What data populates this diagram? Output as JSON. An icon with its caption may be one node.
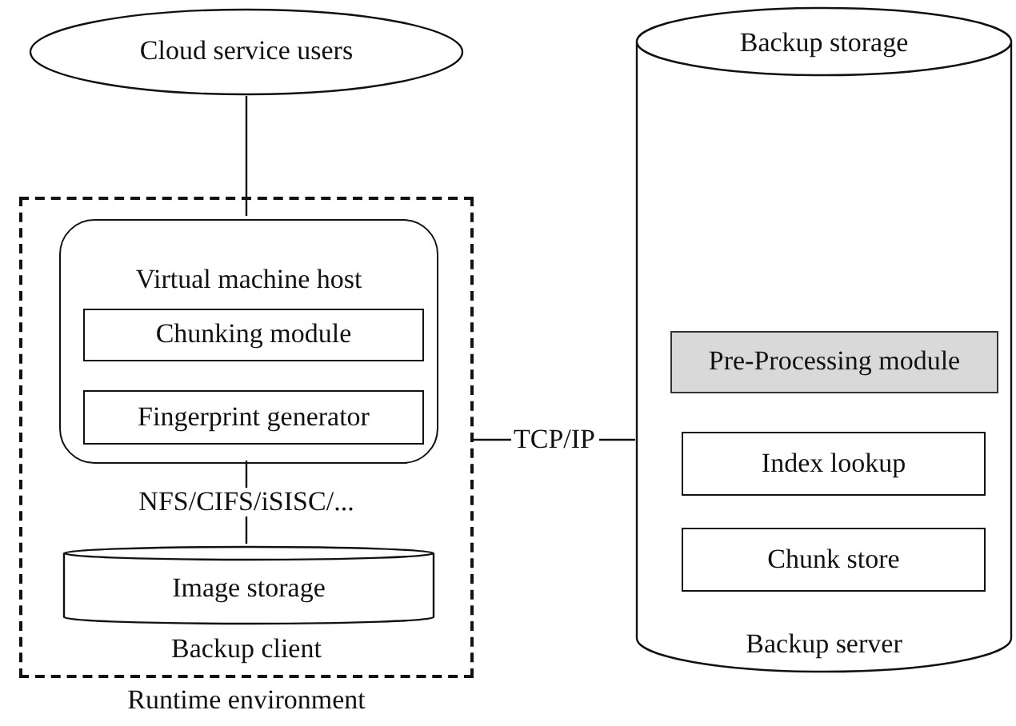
{
  "diagram": {
    "nodes": [
      {
        "text": [
          "Cloud service users"
        ]
      },
      {
        "text": [
          "Backup client"
        ],
        "beside": [
          "Runtime environment"
        ]
      },
      {
        "text": [
          "Virtual machine host"
        ],
        "in": 1
      },
      {
        "text": [
          "Chunking module"
        ],
        "in": 2
      },
      {
        "text": [
          "Fingerprint generator"
        ],
        "in": 2
      },
      {
        "text": [
          "Image storage"
        ],
        "in": 1
      },
      {
        "text": [
          "Backup storage",
          "Backup server"
        ]
      },
      {
        "text": [
          "Pre-Processing module"
        ],
        "in": 6
      },
      {
        "text": [
          "Index lookup"
        ],
        "in": 6
      },
      {
        "text": [
          "Chunk store"
        ],
        "in": 6
      }
    ],
    "edges": [
      {
        "from": 0,
        "to": 2,
        "arrow": "none"
      },
      {
        "from": 2,
        "to": 5,
        "arrow": "none",
        "label": "NFS/CIFS/iSISC/..."
      },
      {
        "from": 1,
        "to": 6,
        "arrow": "none",
        "label": "TCP/IP"
      }
    ]
  }
}
